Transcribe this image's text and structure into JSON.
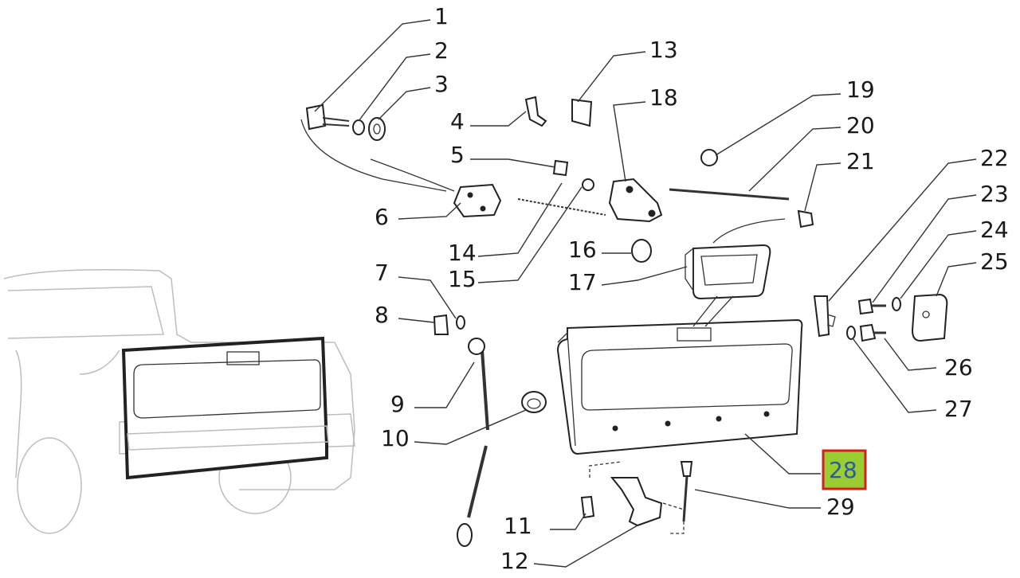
{
  "callouts": [
    {
      "id": "1",
      "label": "1"
    },
    {
      "id": "2",
      "label": "2"
    },
    {
      "id": "3",
      "label": "3"
    },
    {
      "id": "4",
      "label": "4"
    },
    {
      "id": "5",
      "label": "5"
    },
    {
      "id": "6",
      "label": "6"
    },
    {
      "id": "7",
      "label": "7"
    },
    {
      "id": "8",
      "label": "8"
    },
    {
      "id": "9",
      "label": "9"
    },
    {
      "id": "10",
      "label": "10"
    },
    {
      "id": "11",
      "label": "11"
    },
    {
      "id": "12",
      "label": "12"
    },
    {
      "id": "13",
      "label": "13"
    },
    {
      "id": "14",
      "label": "14"
    },
    {
      "id": "15",
      "label": "15"
    },
    {
      "id": "16",
      "label": "16"
    },
    {
      "id": "17",
      "label": "17"
    },
    {
      "id": "18",
      "label": "18"
    },
    {
      "id": "19",
      "label": "19"
    },
    {
      "id": "20",
      "label": "20"
    },
    {
      "id": "21",
      "label": "21"
    },
    {
      "id": "22",
      "label": "22"
    },
    {
      "id": "23",
      "label": "23"
    },
    {
      "id": "24",
      "label": "24"
    },
    {
      "id": "25",
      "label": "25"
    },
    {
      "id": "26",
      "label": "26"
    },
    {
      "id": "27",
      "label": "27"
    },
    {
      "id": "28",
      "label": "28",
      "highlighted": true
    },
    {
      "id": "29",
      "label": "29"
    }
  ],
  "highlight": {
    "fill": "#9acd32",
    "border": "#d81d1d"
  }
}
